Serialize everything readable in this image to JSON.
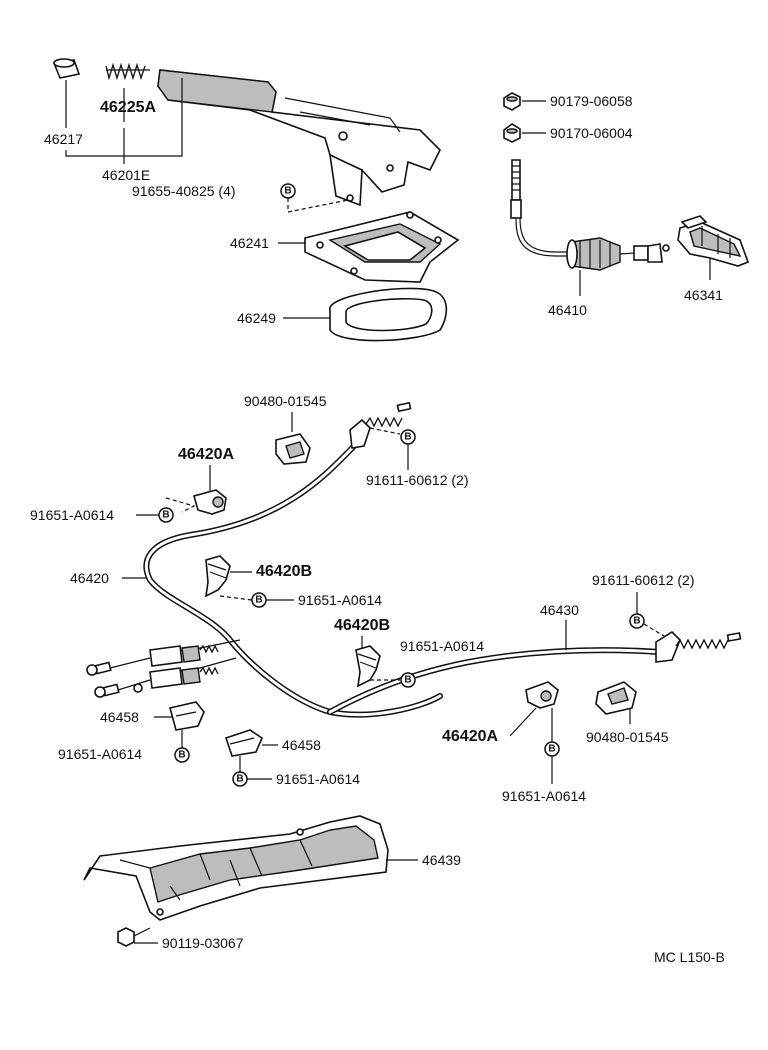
{
  "labels": {
    "p46217": "46217",
    "p46225A": "46225A",
    "p46201E": "46201E",
    "p91655": "91655-40825 (4)",
    "p46241": "46241",
    "p46249": "46249",
    "p90179": "90179-06058",
    "p90170": "90170-06004",
    "p46410": "46410",
    "p46341": "46341",
    "p90480_top": "90480-01545",
    "p46420A_top": "46420A",
    "p91611_top": "91611-60612 (2)",
    "p91651_a": "91651-A0614",
    "p46420": "46420",
    "p46420B_top": "46420B",
    "p91651_b": "91651-A0614",
    "p91611_right": "91611-60612 (2)",
    "p46430": "46430",
    "p46420B_mid": "46420B",
    "p91651_c": "91651-A0614",
    "p46458_left": "46458",
    "p91651_d": "91651-A0614",
    "p46458_mid": "46458",
    "p91651_e": "91651-A0614",
    "p46420A_bot": "46420A",
    "p90480_right": "90480-01545",
    "p91651_f": "91651-A0614",
    "p46439": "46439",
    "p90119": "90119-03067"
  },
  "bolt_marker": "B",
  "footer": {
    "code": "MC  L150-B"
  }
}
